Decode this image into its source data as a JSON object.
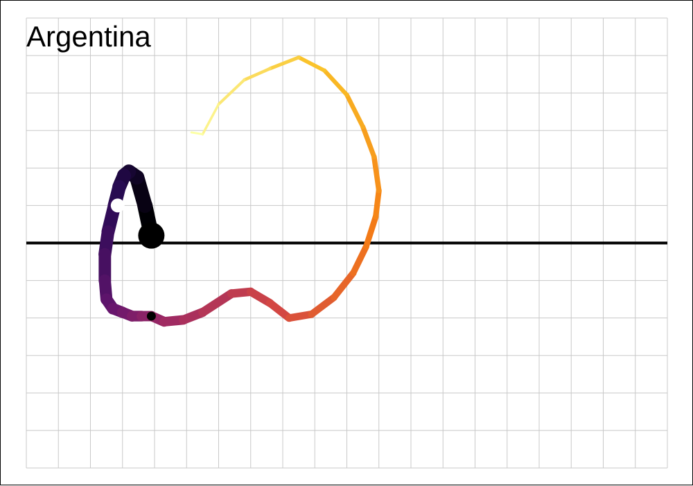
{
  "chart_data": {
    "type": "line",
    "title": "Argentina",
    "xlabel": "",
    "ylabel": "",
    "xlim": [
      0,
      20
    ],
    "ylim": [
      -6,
      6
    ],
    "grid": true,
    "x_grid_step": 1,
    "y_grid_step": 1,
    "reference_line_y": 0,
    "colormap": "inferno",
    "series": [
      {
        "x": [
          3.9,
          3.7,
          3.45,
          3.2,
          3.05,
          2.9,
          2.75,
          2.55,
          2.45,
          2.45,
          2.5,
          2.7,
          3.0,
          3.3,
          3.6,
          3.9,
          4.3,
          4.9,
          5.5,
          6.4,
          7.0,
          7.6,
          8.2,
          8.9,
          9.6,
          10.2,
          10.6,
          10.9,
          11.0,
          10.85,
          10.5,
          10.0,
          9.3,
          8.5,
          7.6,
          6.8,
          6.0,
          5.5,
          5.15
        ],
        "y": [
          0.2,
          1.0,
          1.75,
          1.9,
          1.8,
          1.5,
          1.0,
          0.3,
          -0.3,
          -1.0,
          -1.5,
          -1.75,
          -1.85,
          -1.95,
          -1.95,
          -1.95,
          -2.1,
          -2.05,
          -1.85,
          -1.35,
          -1.3,
          -1.6,
          -2.0,
          -1.9,
          -1.45,
          -0.8,
          -0.1,
          0.7,
          1.4,
          2.3,
          3.1,
          3.95,
          4.6,
          4.95,
          4.65,
          4.35,
          3.7,
          2.9,
          2.95
        ]
      }
    ],
    "start_marker": {
      "x": 3.9,
      "y": 0.2
    },
    "markers": [
      {
        "x": 2.85,
        "y": 1.0,
        "color": "#ffffff"
      },
      {
        "x": 3.9,
        "y": -1.95,
        "color": "#000000"
      }
    ]
  }
}
